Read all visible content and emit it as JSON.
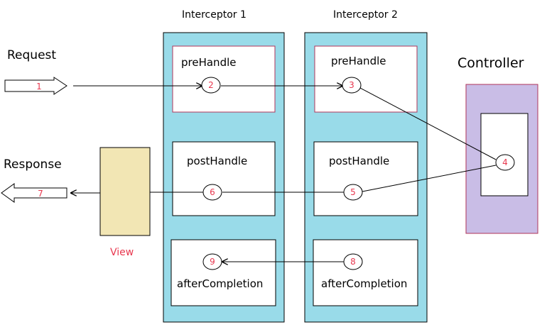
{
  "labels": {
    "request": "Request",
    "response": "Response",
    "interceptor1": "Interceptor 1",
    "interceptor2": "Interceptor 2",
    "controller": "Controller",
    "view": "View"
  },
  "methods": {
    "prehandle": "preHandle",
    "posthandle": "postHandle",
    "aftercompletion": "afterCompletion"
  },
  "steps": [
    "1",
    "2",
    "3",
    "4",
    "5",
    "6",
    "7",
    "8",
    "9"
  ],
  "colors": {
    "interceptor_fill": "#99dbe9",
    "controller_fill": "#c9bde6",
    "controller_border": "#b0345a",
    "view_fill": "#f2e6b4",
    "prehandle_border": "#b0345a",
    "step_number": "#e8384f",
    "view_label": "#e8384f"
  }
}
